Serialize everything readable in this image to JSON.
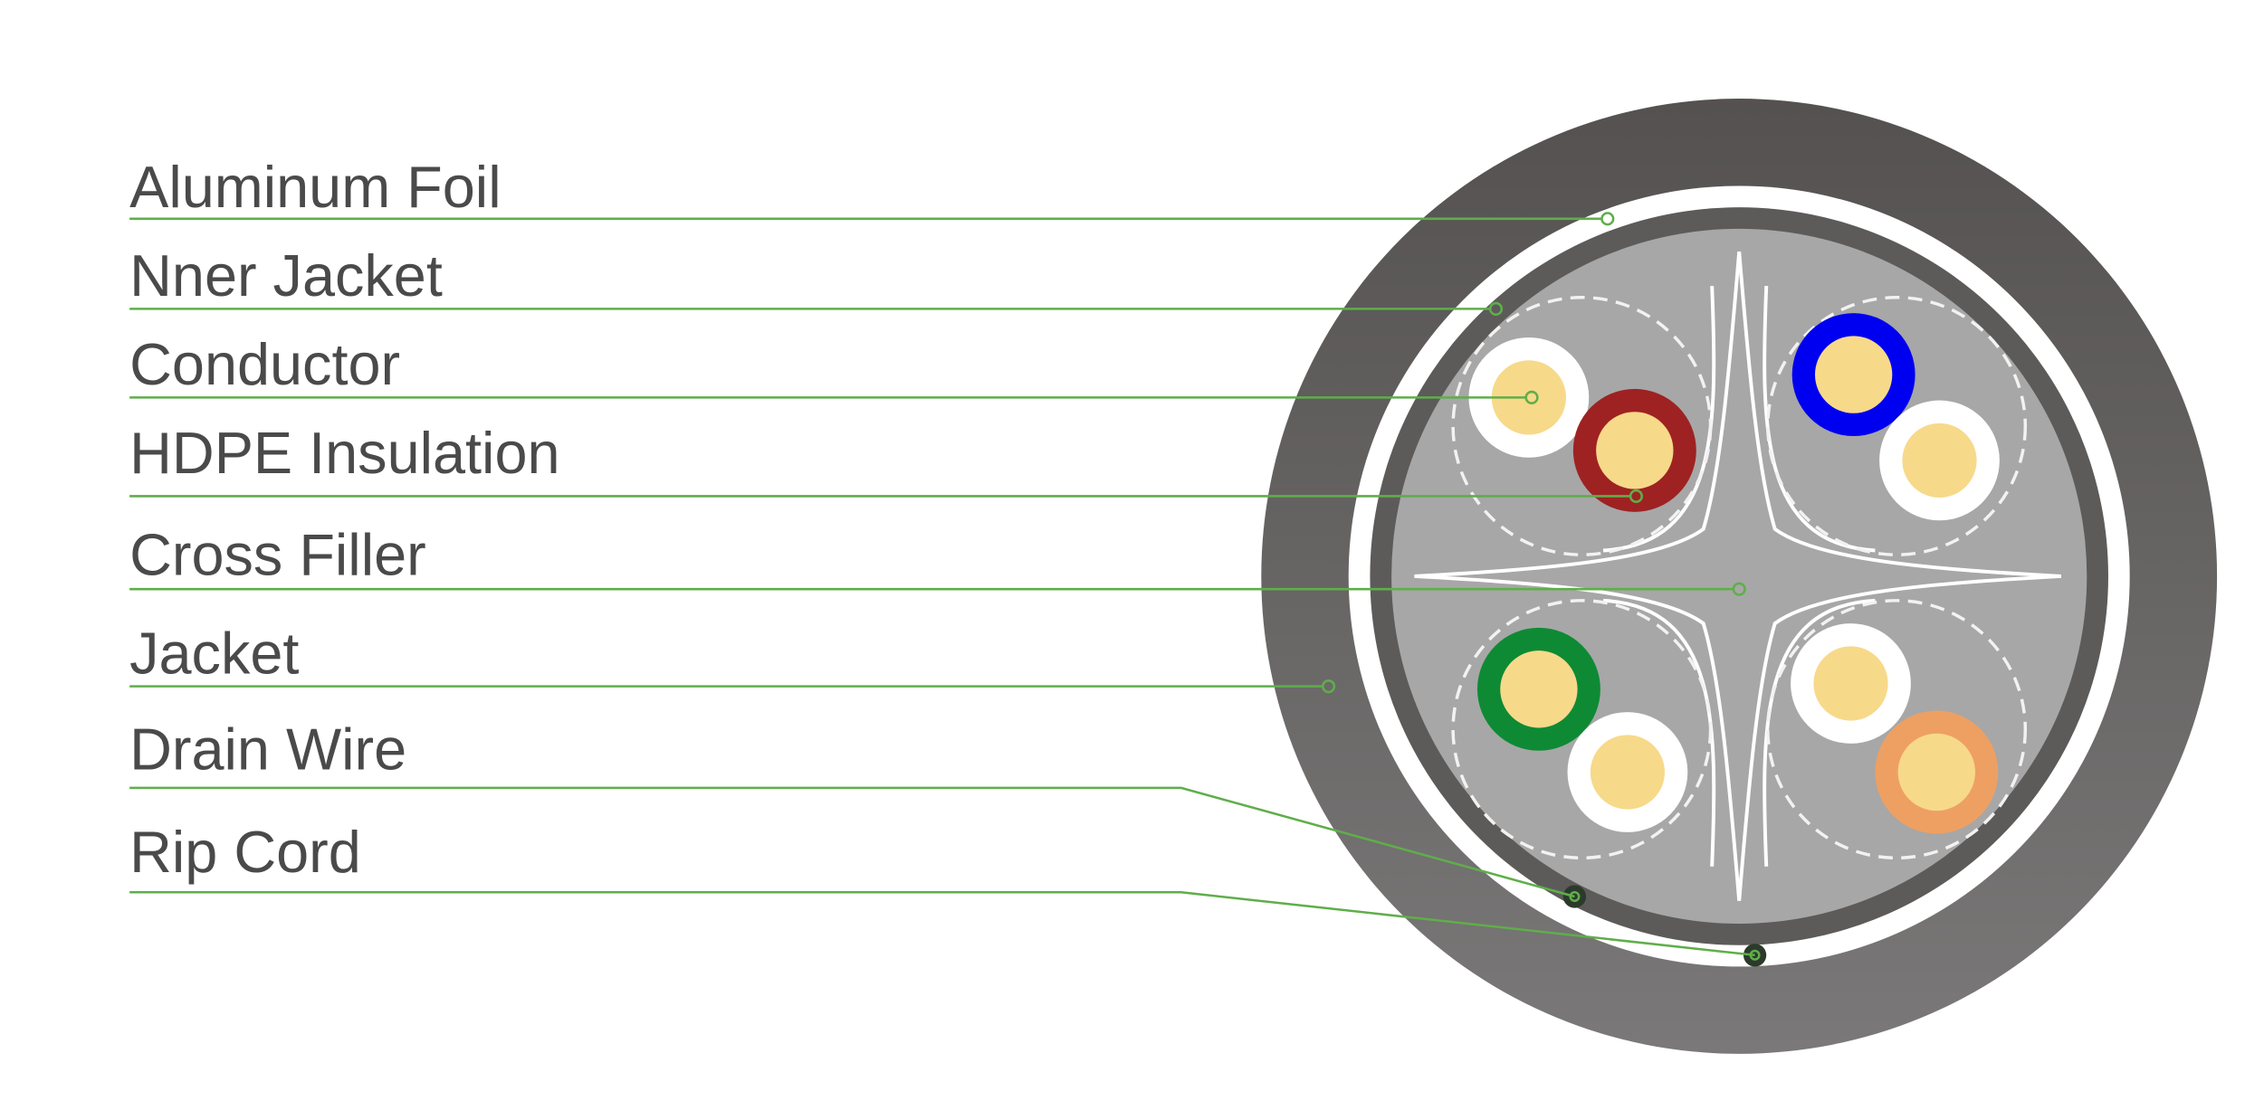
{
  "diagram": {
    "title": "Cable cross-section",
    "labels": [
      {
        "text": "Aluminum Foil"
      },
      {
        "text": "Nner Jacket"
      },
      {
        "text": "Conductor"
      },
      {
        "text": "HDPE Insulation"
      },
      {
        "text": "Cross Filler"
      },
      {
        "text": "Jacket"
      },
      {
        "text": "Drain Wire"
      },
      {
        "text": "Rip Cord"
      }
    ],
    "colors": {
      "leader": "#5fae4a",
      "jacket": "#5f5c5b",
      "core": "#a7a7a7",
      "conductor": "#f7d98a",
      "pair_brown": "#9e2222",
      "pair_blue": "#0000f0",
      "pair_green": "#0e8a35",
      "pair_orange": "#eea062"
    }
  }
}
